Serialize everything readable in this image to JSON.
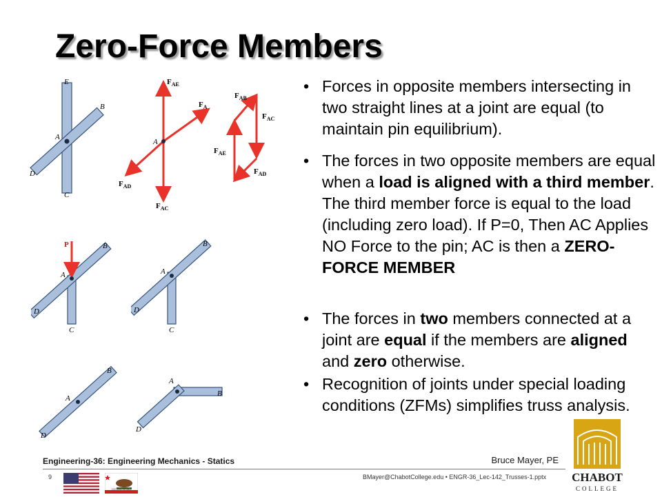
{
  "slide": {
    "title": "Zero-Force Members"
  },
  "bullets": {
    "b1": "Forces in opposite members intersecting in two straight lines at a joint are equal (to maintain pin equilibrium).",
    "b2_a": "The forces in two opposite members are equal when a ",
    "b2_bold": "load is aligned with a third member",
    "b2_b": ".  The third member force is equal to the load (including zero load). If P=0, Then AC Applies NO Force to the pin; AC is then a ",
    "b2_bold2": "ZERO-FORCE MEMBER",
    "b3_a": "The forces in ",
    "b3_bold1": "two",
    "b3_b": " members connected at a joint are ",
    "b3_bold2": "equal",
    "b3_c": " if the members are ",
    "b3_bold3": "aligned",
    "b3_d": " and ",
    "b3_bold4": "zero",
    "b3_e": " otherwise.",
    "b4": "Recognition of joints under special loading conditions (ZFMs) simplifies truss analysis."
  },
  "diagram_labels": {
    "E": "E",
    "B": "B",
    "A": "A",
    "D": "D",
    "C": "C",
    "P": "P",
    "F_AE": "F",
    "AE": "AE",
    "F_A": "F",
    "A_sub": "A",
    "AD": "AD",
    "AC": "AC",
    "AB": "AB"
  },
  "footer": {
    "course": "Engineering-36: Engineering Mechanics - Statics",
    "author": "Bruce Mayer, PE",
    "page": "9",
    "email": "BMayer@ChabotCollege.edu  •  ENGR-36_Lec-142_Trusses-1.pptx",
    "logo_text": "CHABOT",
    "logo_sub": "COLLEGE",
    "ca_flag_text": "CALIFORNIA REPUBLIC"
  },
  "colors": {
    "member_fill": "#a9bfdc",
    "member_stroke": "#34527a",
    "force_arrow": "#e8322a",
    "logo_gold": "#d8a514"
  },
  "icons": [
    "us-flag-icon",
    "california-flag-icon",
    "chabot-college-logo"
  ]
}
